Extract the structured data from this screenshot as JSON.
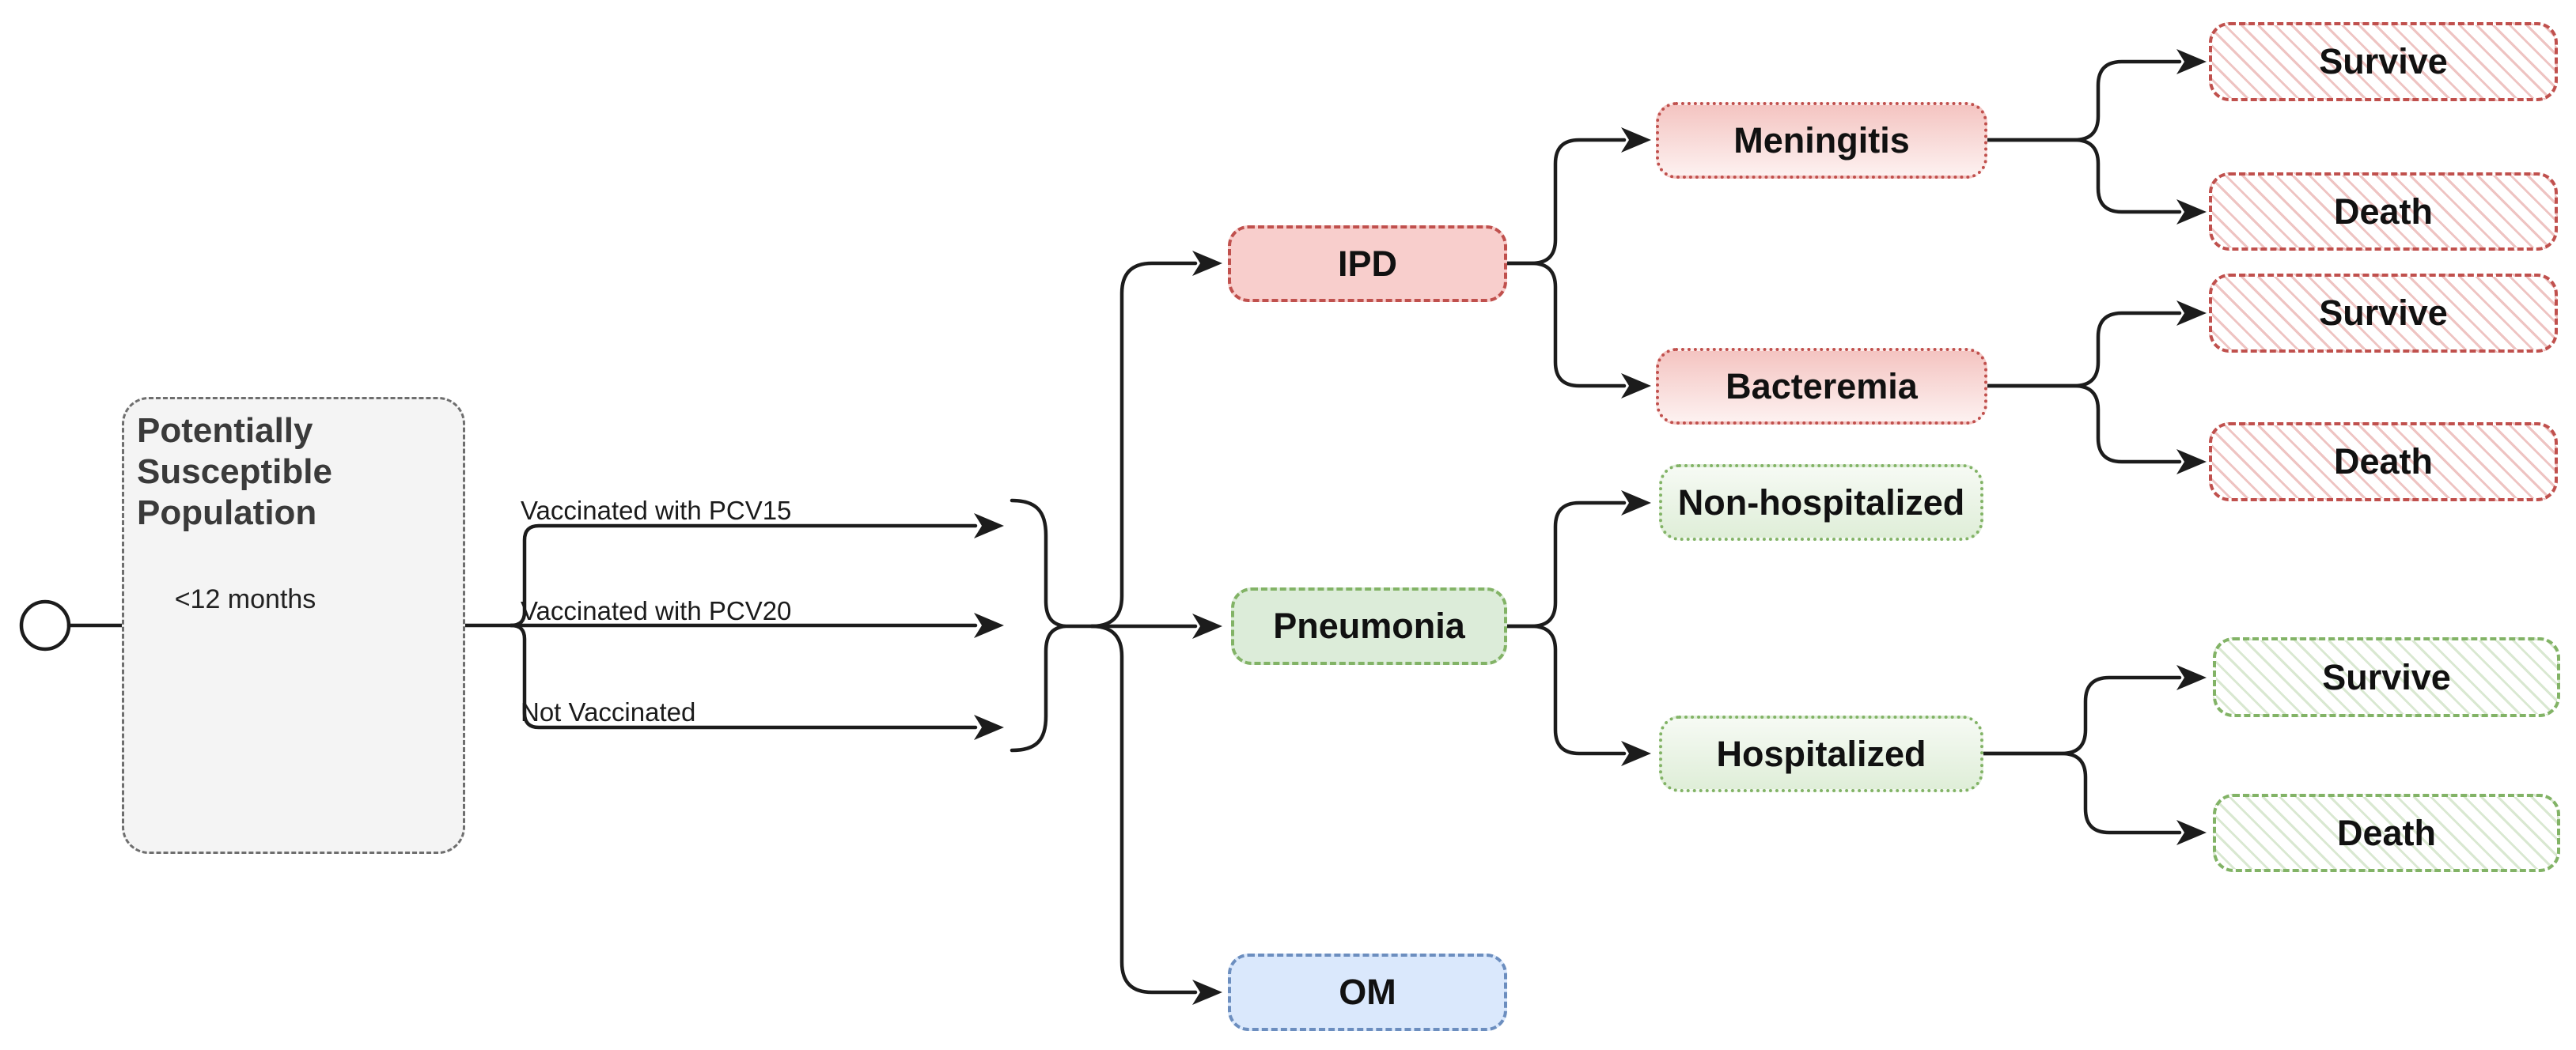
{
  "diagram": {
    "population": {
      "title": "Potentially Susceptible Population",
      "age_label": "<12 months"
    },
    "strategy_branches": [
      {
        "label": "Vaccinated with PCV15"
      },
      {
        "label": "Vaccinated with PCV20"
      },
      {
        "label": "Not Vaccinated"
      }
    ],
    "disease_nodes": {
      "ipd": {
        "label": "IPD"
      },
      "pneumonia": {
        "label": "Pneumonia"
      },
      "om": {
        "label": "OM"
      }
    },
    "sub_nodes": {
      "meningitis": {
        "label": "Meningitis"
      },
      "bacteremia": {
        "label": "Bacteremia"
      },
      "non_hospitalized": {
        "label": "Non-hospitalized"
      },
      "hospitalized": {
        "label": "Hospitalized"
      }
    },
    "outcome_nodes": {
      "meningitis_survive": {
        "label": "Survive"
      },
      "meningitis_death": {
        "label": "Death"
      },
      "bacteremia_survive": {
        "label": "Survive"
      },
      "bacteremia_death": {
        "label": "Death"
      },
      "hospitalized_survive": {
        "label": "Survive"
      },
      "hospitalized_death": {
        "label": "Death"
      }
    },
    "colors": {
      "line": "#1c1c1c",
      "red_fill": "#f8cecc",
      "red_stroke": "#c0504d",
      "green_fill": "#dcecd9",
      "green_stroke": "#82b366",
      "blue_fill": "#dae8fc",
      "blue_stroke": "#6c8ebf",
      "gray_fill": "#f4f4f4",
      "gray_stroke": "#6e6e6e"
    }
  }
}
